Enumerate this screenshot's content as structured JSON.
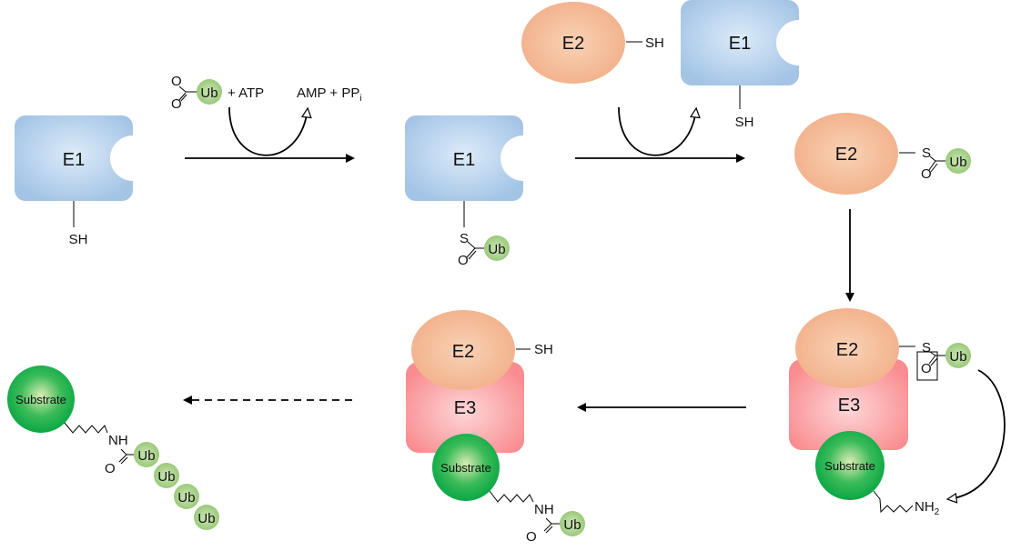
{
  "title": "Ubiquitination cascade (E1 → E2 → E3 → polyubiquitinated substrate)",
  "colors": {
    "e1": "#a4c4e6",
    "e1_center": "#dcebf8",
    "e2": "#f2b48c",
    "e2_center": "#f8d2b6",
    "e3": "#f99396",
    "e3_center": "#fdd6d8",
    "ub": "#9ccb7b",
    "ub_center": "#d4ebc1",
    "substrate": "#0fae4a",
    "substrate_center": "#d9ebb0",
    "line": "#000000"
  },
  "labels": {
    "e1": "E1",
    "e2": "E2",
    "e3": "E3",
    "ub": "Ub",
    "substrate": "Substrate",
    "sh": "SH",
    "s": "S",
    "o": "O",
    "nh": "NH",
    "nh2_main": "NH",
    "nh2_sub": "2"
  },
  "reactions": {
    "step1_in": "+ ATP",
    "step1_out_main": "AMP + PP",
    "step1_out_sub": "i"
  },
  "steps": [
    {
      "id": "activation",
      "from": "E1-SH",
      "to": "E1~Ub",
      "arrow": "solid"
    },
    {
      "id": "conjugation",
      "from": "E1~Ub + E2-SH",
      "to": "E2~Ub",
      "arrow": "solid"
    },
    {
      "id": "e3-binding",
      "from": "E2~Ub",
      "to": "E2~Ub·E3·Substrate",
      "arrow": "solid"
    },
    {
      "id": "ligation",
      "from": "E2~Ub·E3·Substrate",
      "to": "E2-SH·E3·Substrate-Ub",
      "arrow": "solid"
    },
    {
      "id": "polyubiquitination",
      "from": "Substrate-Ub",
      "to": "Substrate-(Ub)4",
      "arrow": "dashed"
    }
  ],
  "polyub_count": 4
}
